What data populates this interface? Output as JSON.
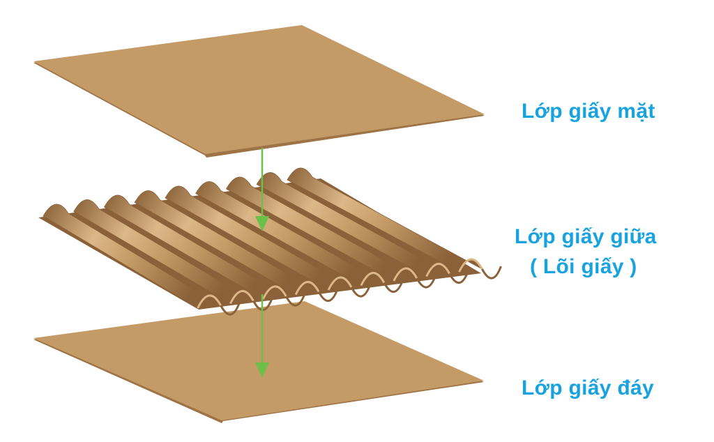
{
  "labels": {
    "top": "Lớp giấy mặt",
    "middle_line1": "Lớp giấy giữa",
    "middle_line2": "( Lõi giấy )",
    "bottom": "Lớp giấy đáy"
  },
  "colors": {
    "label": "#17a2e0",
    "arrow": "#6cc04a",
    "sheet": "#c49b66",
    "sheet_edge": "#9e7446",
    "flute_light": "#dcb788",
    "flute_mid": "#c49b66",
    "flute_dark": "#8a6138",
    "background": "#ffffff"
  },
  "layers": [
    {
      "name": "top-sheet",
      "type": "flat"
    },
    {
      "name": "corrugated-medium",
      "type": "fluted",
      "flutes": 9
    },
    {
      "name": "bottom-sheet",
      "type": "flat"
    }
  ]
}
